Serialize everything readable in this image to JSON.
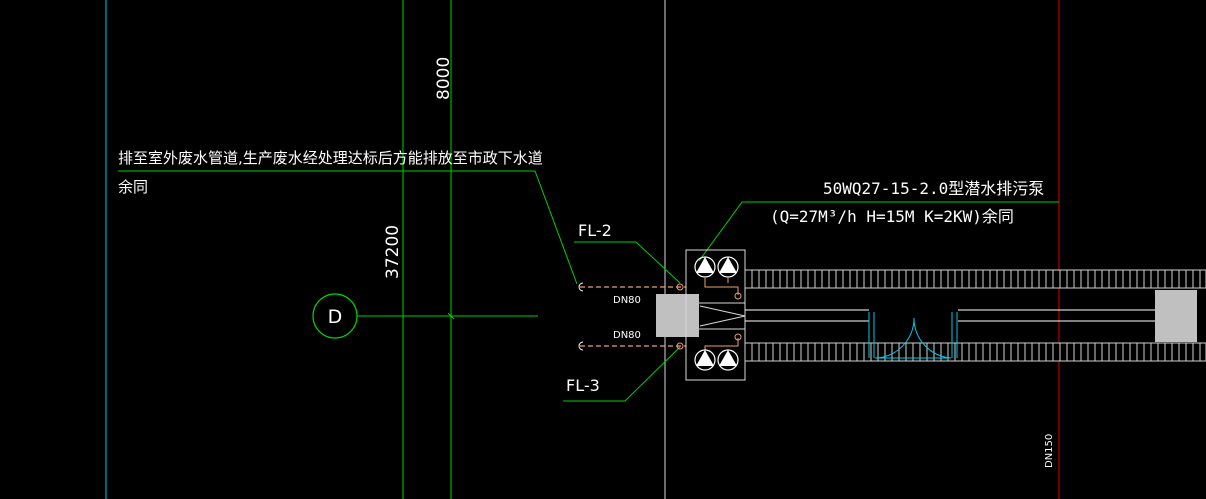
{
  "annotations": {
    "discharge_note_line1": "排至室外废水管道,生产废水经处理达标后方能排放至市政下水道",
    "discharge_note_line2": "余同",
    "pump_model": "50WQ27-15-2.0型潜水排污泵",
    "pump_spec": "(Q=27M³/h H=15M K=2KW)余同",
    "riser_fl2": "FL-2",
    "riser_fl3": "FL-3",
    "pipe_dn_upper": "DN80",
    "pipe_dn_lower": "DN80",
    "pipe_dn_trench": "DN150"
  },
  "dimensions": {
    "vertical_8000": "8000",
    "vertical_37200": "37200"
  },
  "grid": {
    "axis_d_label": "D"
  },
  "colors": {
    "background": "#000000",
    "text": "#ffffff",
    "leader_green": "#00d000",
    "cyan": "#00c8e6",
    "red": "#e00000",
    "gray_block": "#c0c0c0",
    "orange_dash": "#e8a070"
  }
}
